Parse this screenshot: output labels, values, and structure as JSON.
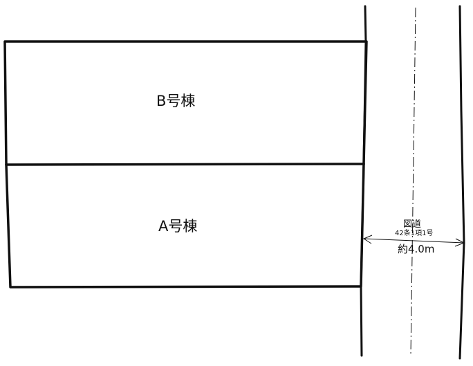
{
  "buildings": {
    "b": {
      "label": "B号棟"
    },
    "a": {
      "label": "A号棟"
    }
  },
  "road": {
    "name": "図道",
    "article": "42条1項1号",
    "width": "約4.0m"
  },
  "colors": {
    "ink": "#111111",
    "paper": "#ffffff"
  }
}
